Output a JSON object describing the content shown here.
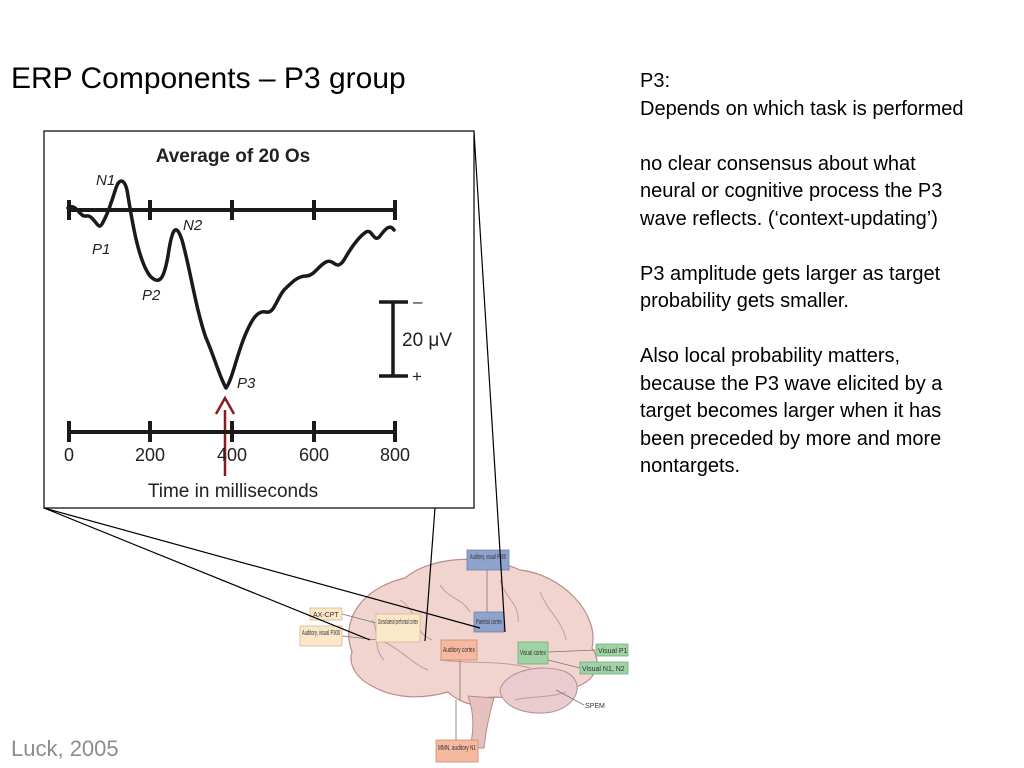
{
  "slide": {
    "title": "ERP Components – P3 group",
    "citation": "Luck, 2005"
  },
  "notes": {
    "heading": "P3:",
    "task_line": "Depends on which task is performed",
    "consensus": "no clear consensus about what neural or cognitive process the P3 wave reflects. (‘context-updating’)",
    "amplitude": "P3 amplitude gets larger as target probability gets smaller.",
    "local_probability": "Also local probability matters, because the P3 wave elicited by a target becomes larger when it has been preceded by more and more nontargets."
  },
  "erp_figure": {
    "title": "Average of 20 Os",
    "x_axis_label": "Time in milliseconds",
    "x_ticks": [
      "0",
      "200",
      "400",
      "600",
      "800"
    ],
    "scale_value": "20 μV",
    "scale_minus": "–",
    "scale_plus": "+",
    "peaks": {
      "n1": "N1",
      "p1": "P1",
      "n2": "N2",
      "p2": "P2",
      "p3": "P3"
    },
    "colors": {
      "waveform": "#1a1a1a",
      "marker_arrow": "#8b1a1a"
    }
  },
  "brain_figure": {
    "labels": {
      "auditory_visual_p300_top": "Auditory, visual P300",
      "ax_cpt": "AX-CPT",
      "auditory_visual_p300_left": "Auditory, visual P300",
      "dorsolateral": "Dorsolateral prefrontal cortex",
      "parietal": "Parietal cortex",
      "auditory_cortex": "Auditory cortex",
      "visual_cortex": "Visual cortex",
      "visual_p1": "Visual P1",
      "visual_n1": "Visual N1, N2",
      "spem": "SPEM",
      "mmn": "MMN, auditory N1"
    },
    "colors": {
      "brain": "#f2d4cf",
      "cerebellum": "#e9cbd0",
      "blue_box": "#8fa3cf",
      "orange_box": "#f5b9a0",
      "cream_box": "#fbe8c8",
      "green_box": "#9fd3a6"
    }
  }
}
